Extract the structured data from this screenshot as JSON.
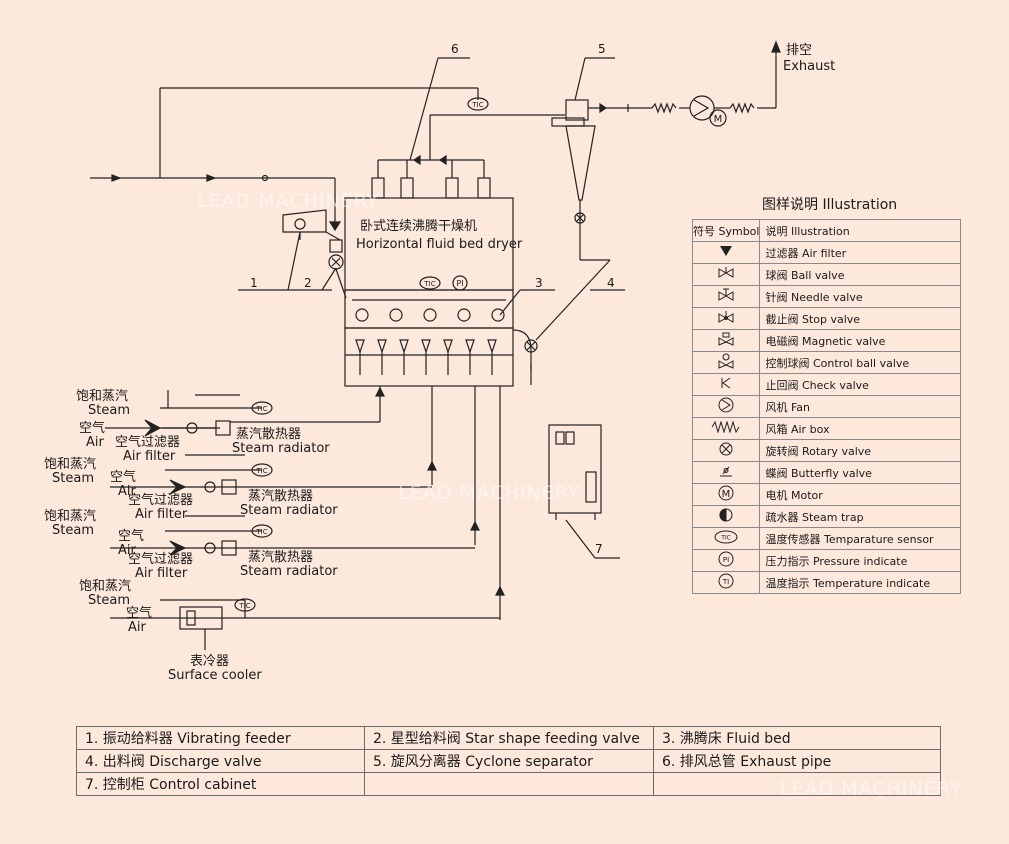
{
  "dryer": {
    "name_cn": "卧式连续沸腾干燥机",
    "name_en": "Horizontal fluid bed dryer"
  },
  "exhaust": {
    "cn": "排空",
    "en": "Exhaust"
  },
  "callouts": [
    "1",
    "2",
    "3",
    "4",
    "5",
    "6",
    "7"
  ],
  "air_lines": [
    {
      "steam_cn": "饱和蒸汽",
      "steam_en": "Steam",
      "air_cn": "空气",
      "air_en": "Air",
      "filter_cn": "空气过滤器",
      "filter_en": "Air filter",
      "radiator_cn": "蒸汽散热器",
      "radiator_en": "Steam radiator"
    },
    {
      "steam_cn": "饱和蒸汽",
      "steam_en": "Steam",
      "air_cn": "空气",
      "air_en": "Air",
      "filter_cn": "空气过滤器",
      "filter_en": "Air filter",
      "radiator_cn": "蒸汽散热器",
      "radiator_en": "Steam radiator"
    },
    {
      "steam_cn": "饱和蒸汽",
      "steam_en": "Steam",
      "air_cn": "空气",
      "air_en": "Air",
      "filter_cn": "空气过滤器",
      "filter_en": "Air filter",
      "radiator_cn": "蒸汽散热器",
      "radiator_en": "Steam radiator"
    },
    {
      "steam_cn": "饱和蒸汽",
      "steam_en": "Steam",
      "air_cn": "空气",
      "air_en": "Air",
      "cooler_cn": "表冷器",
      "cooler_en": "Surface cooler"
    }
  ],
  "instruments": {
    "tic": "TIC",
    "pi": "PI",
    "ti": "TI",
    "motor": "M"
  },
  "legend": {
    "title": "图样说明 Illustration",
    "header_symbol": "符号 Symbol",
    "header_desc": "说明 Illustration",
    "rows": [
      {
        "icon": "air-filter",
        "text": "过滤器 Air filter"
      },
      {
        "icon": "ball-valve",
        "text": "球阀 Ball valve"
      },
      {
        "icon": "needle-valve",
        "text": "针阀 Needle valve"
      },
      {
        "icon": "stop-valve",
        "text": "截止阀 Stop valve"
      },
      {
        "icon": "magnetic-valve",
        "text": "电磁阀 Magnetic valve"
      },
      {
        "icon": "control-ball-valve",
        "text": "控制球阀 Control ball valve"
      },
      {
        "icon": "check-valve",
        "text": "止回阀 Check valve"
      },
      {
        "icon": "fan",
        "text": "风机 Fan"
      },
      {
        "icon": "air-box",
        "text": "风箱 Air box"
      },
      {
        "icon": "rotary-valve",
        "text": "旋转阀 Rotary valve"
      },
      {
        "icon": "butterfly-valve",
        "text": "蝶阀 Butterfly valve"
      },
      {
        "icon": "motor",
        "text": "电机 Motor"
      },
      {
        "icon": "steam-trap",
        "text": "疏水器 Steam trap"
      },
      {
        "icon": "temperature-sensor",
        "text": "温度传感器 Temparature sensor"
      },
      {
        "icon": "pressure-indicate",
        "text": "压力指示 Pressure indicate"
      },
      {
        "icon": "temperature-indicate",
        "text": "温度指示 Temperature indicate"
      }
    ]
  },
  "parts": [
    [
      "1. 振动给料器 Vibrating feeder",
      "2. 星型给料阀 Star shape feeding valve",
      "3. 沸腾床 Fluid bed"
    ],
    [
      "4. 出料阀 Discharge valve",
      "5. 旋风分离器 Cyclone separator",
      "6. 排风总管 Exhaust pipe"
    ],
    [
      "7. 控制柜 Control cabinet",
      "",
      ""
    ]
  ],
  "watermark": "LEAD MACHINERY"
}
